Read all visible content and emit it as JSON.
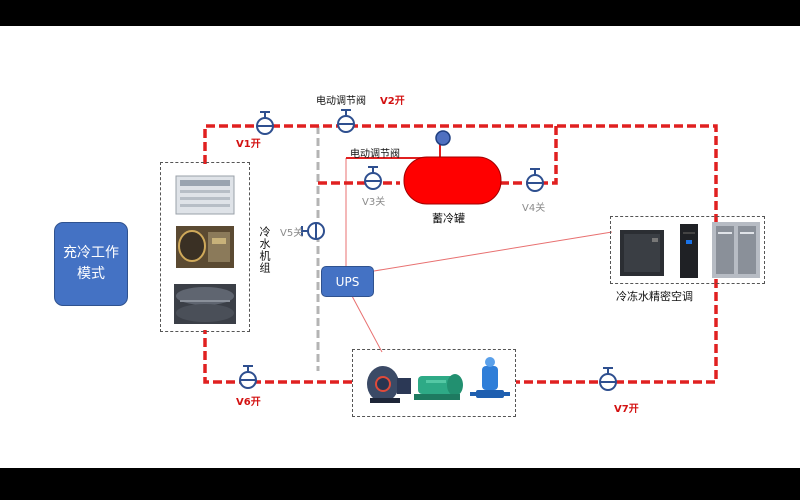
{
  "mode_label": "充冷工作模式",
  "chiller_label": "冷水机组",
  "tank_label": "蓄冷罐",
  "ups_label": "UPS",
  "crac_label": "冷冻水精密空调",
  "elec_valve_top": "电动调节阀",
  "elec_valve_tank": "电动调节阀",
  "valves": {
    "v1": "V1开",
    "v2": "V2开",
    "v3": "V3关",
    "v4": "V4关",
    "v5": "V5关",
    "v6": "V6开",
    "v7": "V7开"
  },
  "colors": {
    "pipe_active": "#e02020",
    "pipe_closed": "#b4b4b4",
    "valve": "#2e4f8f",
    "tank": "#ff0000",
    "box": "#4472C4",
    "ups_link": "#e87070"
  }
}
